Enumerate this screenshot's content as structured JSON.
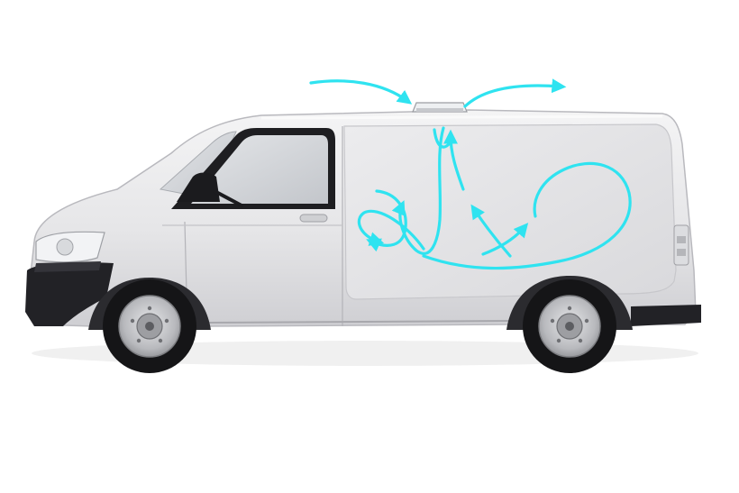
{
  "diagram": {
    "vehicle": "panel-van",
    "roof_unit": "roof-vent-unit",
    "flow_icon": "airflow-arrow",
    "colors": {
      "background": "#ffffff",
      "van_body": "#e9e9eb",
      "van_panel": "#dedee1",
      "van_outline": "#b9b9be",
      "window": "#d4d6da",
      "bumper": "#1f1f22",
      "tire": "#151517",
      "wheel_rim": "#c9cacd",
      "airflow": "#2fe3f0"
    }
  }
}
